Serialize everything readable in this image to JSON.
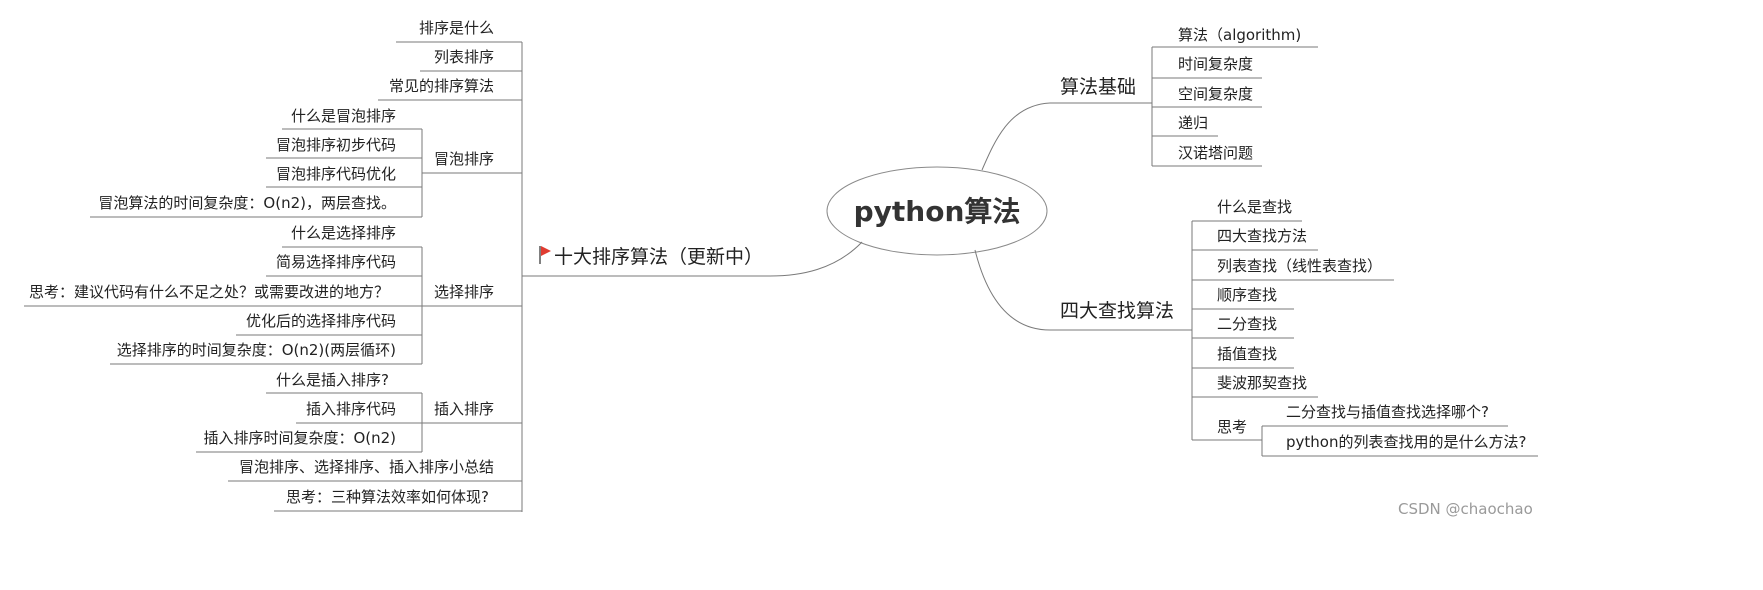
{
  "root": "python算法",
  "left": {
    "branch": "十大排序算法（更新中）",
    "flag_color": "#e03c31",
    "items": [
      "排序是什么",
      "列表排序",
      "常见的排序算法",
      {
        "label": "冒泡排序",
        "children": [
          "什么是冒泡排序",
          "冒泡排序初步代码",
          "冒泡排序代码优化",
          "冒泡算法的时间复杂度：O(n2)，两层查找。"
        ]
      },
      {
        "label": "选择排序",
        "children": [
          "什么是选择排序",
          "简易选择排序代码",
          "思考：建议代码有什么不足之处？或需要改进的地方？",
          "优化后的选择排序代码",
          "选择排序的时间复杂度：O(n2)(两层循环)"
        ]
      },
      {
        "label": "插入排序",
        "children": [
          "什么是插入排序?",
          "插入排序代码",
          "插入排序时间复杂度：O(n2)"
        ]
      },
      "冒泡排序、选择排序、插入排序小总结",
      "思考：三种算法效率如何体现?"
    ]
  },
  "right": {
    "basics": {
      "label": "算法基础",
      "items": [
        "算法（algorithm)",
        "时间复杂度",
        "空间复杂度",
        "递归",
        "汉诺塔问题"
      ]
    },
    "search": {
      "label": "四大查找算法",
      "items": [
        "什么是查找",
        "四大查找方法",
        "列表查找（线性表查找）",
        "顺序查找",
        "二分查找",
        "插值查找",
        "斐波那契查找"
      ],
      "think": {
        "label": "思考",
        "children": [
          "二分查找与插值查找选择哪个?",
          "python的列表查找用的是什么方法?"
        ]
      }
    }
  },
  "watermark": "CSDN @chaochao"
}
